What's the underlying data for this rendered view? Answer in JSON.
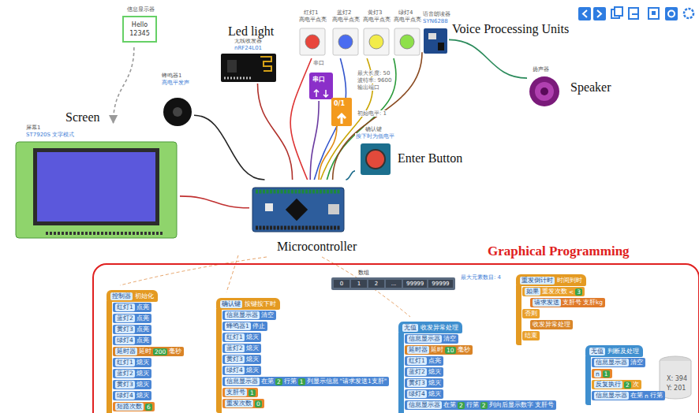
{
  "diagram": {
    "nodes": [
      {
        "text": [
          "信息显示器",
          "Hello 12345"
        ]
      },
      {
        "text": [
          "红灯1",
          "高电平点亮"
        ]
      },
      {
        "text": [
          "蓝灯2",
          "高电平点亮"
        ]
      },
      {
        "text": [
          "黄灯3",
          "高电平点亮"
        ]
      },
      {
        "text": [
          "绿灯4",
          "高电平点亮"
        ]
      },
      {
        "text": [
          "语音朗读器",
          "SYN6288"
        ]
      },
      {
        "text": [
          "扬声器"
        ]
      },
      {
        "text": [
          "蜂鸣器1",
          "高电平发声"
        ]
      },
      {
        "text": [
          "无线收发器",
          "nRF24L01"
        ]
      },
      {
        "text": [
          "串口",
          "串口"
        ]
      },
      {
        "text": [
          "0/1"
        ]
      },
      {
        "text": [
          "确认键",
          "按下时为低电平"
        ]
      },
      {
        "text": [
          "屏幕1",
          "ST7920S 文字模式"
        ]
      },
      {
        "text": [
          "Microcontroller"
        ]
      },
      {
        "text": [
          "Graphical Programming"
        ]
      },
      {
        "text": [
          "控制器",
          "初始化"
        ],
        "in": 14
      },
      {
        "text": [
          "红灯1",
          "点亮"
        ],
        "in": 15
      },
      {
        "text": [
          "蓝灯2",
          "点亮"
        ],
        "in": 15
      },
      {
        "text": [
          "黄灯3",
          "点亮"
        ],
        "in": 15
      },
      {
        "text": [
          "绿灯4",
          "点亮"
        ],
        "in": 15
      },
      {
        "text": [
          "延时器",
          "延时",
          "200",
          "毫秒"
        ],
        "in": 15
      },
      {
        "text": [
          "红灯1",
          "熄灭"
        ],
        "in": 15
      },
      {
        "text": [
          "蓝灯2",
          "熄灭"
        ],
        "in": 15
      },
      {
        "text": [
          "黄灯3",
          "熄灭"
        ],
        "in": 15
      },
      {
        "text": [
          "绿灯4",
          "熄灭"
        ],
        "in": 15
      },
      {
        "text": [
          "短路次数",
          "6"
        ],
        "in": 15
      },
      {
        "text": [
          "确认键",
          "按键按下时"
        ],
        "in": 14
      },
      {
        "text": [
          "信息显示器",
          "清空"
        ],
        "in": 26
      },
      {
        "text": [
          "蜂鸣器1",
          "停止"
        ],
        "in": 26
      },
      {
        "text": [
          "红灯1",
          "熄灭"
        ],
        "in": 26
      },
      {
        "text": [
          "蓝灯2",
          "熄灭"
        ],
        "in": 26
      },
      {
        "text": [
          "黄灯3",
          "熄灭"
        ],
        "in": 26
      },
      {
        "text": [
          "绿灯4",
          "熄灭"
        ],
        "in": 26
      },
      {
        "text": [
          "信息显示器",
          "在第",
          "2",
          "行第",
          "1",
          "列显示信息",
          "\"请求发送1支肝\""
        ],
        "in": 26
      },
      {
        "text": [
          "支肝号",
          "1"
        ],
        "in": 26
      },
      {
        "text": [
          "重发次数",
          "0"
        ],
        "in": 26
      },
      {
        "text": [
          "数组",
          "0",
          "1",
          "2",
          "...",
          "99999",
          "99999"
        ],
        "in": 14
      },
      {
        "text": [
          "无值",
          "收发异常处理"
        ],
        "in": 14
      },
      {
        "text": [
          "信息显示器",
          "清空"
        ],
        "in": 37
      },
      {
        "text": [
          "延时器",
          "延时",
          "10",
          "毫秒"
        ],
        "in": 37
      },
      {
        "text": [
          "红灯1",
          "点亮"
        ],
        "in": 37
      },
      {
        "text": [
          "蓝灯2",
          "熄灭"
        ],
        "in": 37
      },
      {
        "text": [
          "黄灯3",
          "熄灭"
        ],
        "in": 37
      },
      {
        "text": [
          "绿灯4",
          "熄灭"
        ],
        "in": 37
      },
      {
        "text": [
          "信息显示器",
          "在第",
          "2",
          "行第",
          "2",
          "列向后显示数字",
          "支肝号"
        ],
        "in": 37
      },
      {
        "text": [
          "重发倒计时",
          "时间到时"
        ],
        "in": 14
      },
      {
        "text": [
          "如果",
          "重发次数",
          "<",
          "3"
        ],
        "in": 45
      },
      {
        "text": [
          "请求发送",
          "支肝号",
          "支肝kg"
        ],
        "in": 45
      },
      {
        "text": [
          "否则"
        ],
        "in": 45
      },
      {
        "text": [
          "收发异常处理"
        ],
        "in": 45
      },
      {
        "text": [
          "结束"
        ],
        "in": 45
      },
      {
        "text": [
          "无值",
          "判断及处理"
        ],
        "in": 14
      },
      {
        "text": [
          "信息显示器",
          "清空"
        ],
        "in": 51
      },
      {
        "text": [
          "n",
          "1"
        ],
        "in": 51
      },
      {
        "text": [
          "反复执行",
          "2",
          "次"
        ],
        "in": 51
      },
      {
        "text": [
          "信息显示器",
          "在第",
          "n",
          "行第"
        ],
        "in": 51
      }
    ],
    "edges": [
      {
        "from": 0,
        "to": 12,
        "arrow": "to"
      },
      {
        "from": 13,
        "to": 1,
        "arrow": "none"
      },
      {
        "from": 13,
        "to": 2,
        "arrow": "none"
      },
      {
        "from": 13,
        "to": 3,
        "arrow": "none"
      },
      {
        "from": 13,
        "to": 4,
        "arrow": "none"
      },
      {
        "from": 13,
        "to": 5,
        "arrow": "none"
      },
      {
        "from": 5,
        "to": 6,
        "arrow": "none"
      },
      {
        "from": 13,
        "to": 7,
        "arrow": "none"
      },
      {
        "from": 13,
        "to": 8,
        "arrow": "none"
      },
      {
        "from": 13,
        "to": 9,
        "arrow": "none"
      },
      {
        "from": 13,
        "to": 10,
        "arrow": "none"
      },
      {
        "from": 13,
        "to": 11,
        "arrow": "none"
      },
      {
        "from": 13,
        "to": 12,
        "arrow": "none"
      }
    ],
    "labels": [
      "Led light",
      "Voice Processing Units",
      "Speaker",
      "Screen",
      "Enter Button",
      "最大长度: 50",
      "波特率: 9600",
      "输出端口",
      "初始电平: 1",
      "最大元素数目: 4",
      "X: 394",
      "Y: 201"
    ]
  }
}
